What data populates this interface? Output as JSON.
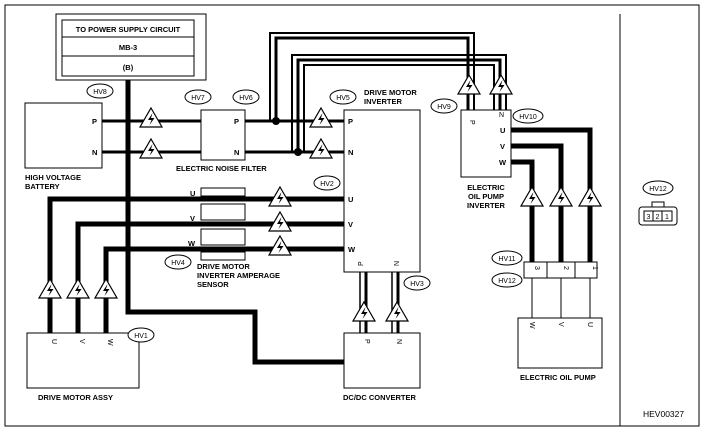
{
  "power_supply": {
    "line1": "TO POWER SUPPLY CIRCUIT",
    "line2": "MB-3",
    "line3": "(B)"
  },
  "connectors": {
    "hv1": "HV1",
    "hv2": "HV2",
    "hv3": "HV3",
    "hv4": "HV4",
    "hv5": "HV5",
    "hv6": "HV6",
    "hv7": "HV7",
    "hv8": "HV8",
    "hv9": "HV9",
    "hv10": "HV10",
    "hv11": "HV11",
    "hv12a": "HV12",
    "hv12b": "HV12"
  },
  "components": {
    "battery": [
      "HIGH VOLTAGE",
      "BATTERY"
    ],
    "noise_filter": "ELECTRIC NOISE FILTER",
    "inverter": [
      "DRIVE MOTOR",
      "INVERTER"
    ],
    "amp_sensor": [
      "DRIVE MOTOR",
      "INVERTER AMPERAGE",
      "SENSOR"
    ],
    "oil_pump_inverter": [
      "ELECTRIC",
      "OIL PUMP",
      "INVERTER"
    ],
    "motor_assy": "DRIVE MOTOR ASSY",
    "dcdc": "DC/DC CONVERTER",
    "oil_pump": "ELECTRIC OIL PUMP"
  },
  "pins": {
    "p": "P",
    "n": "N",
    "u": "U",
    "v": "V",
    "w": "W",
    "one": "1",
    "two": "2",
    "three": "3"
  },
  "connector_face": [
    "3",
    "2",
    "1"
  ],
  "figure_code": "HEV00327"
}
